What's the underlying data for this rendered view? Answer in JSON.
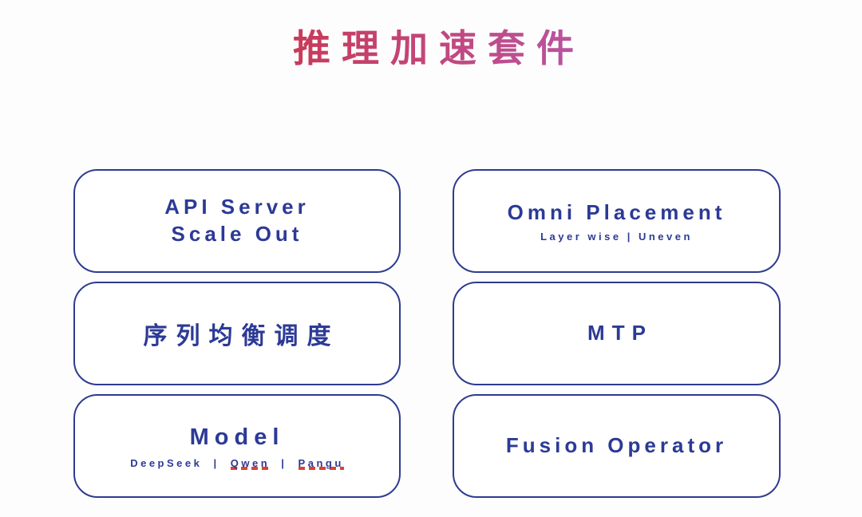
{
  "title": {
    "text": "推理加速套件"
  },
  "colors": {
    "background": "#fdfdfd",
    "box_border": "#2e3b90",
    "box_text": "#2c3a96",
    "underline_red": "#d9452e",
    "title_gradient_start": "#ce2f36",
    "title_gradient_mid": "#c04a86",
    "title_gradient_end": "#a965cd"
  },
  "boxes": {
    "api_server": {
      "line1": "API Server",
      "line2": "Scale Out"
    },
    "omni_placement": {
      "title": "Omni Placement",
      "subtitle": "Layer wise | Uneven"
    },
    "sequence_scheduling": {
      "title": "序列均衡调度"
    },
    "mtp": {
      "title": "MTP"
    },
    "model": {
      "title": "Model",
      "sub_part1": "DeepSeek",
      "sub_sep1": "|",
      "sub_part2": "Qwen",
      "sub_sep2": "|",
      "sub_part3": "Pangu"
    },
    "fusion_operator": {
      "title": "Fusion Operator"
    }
  }
}
